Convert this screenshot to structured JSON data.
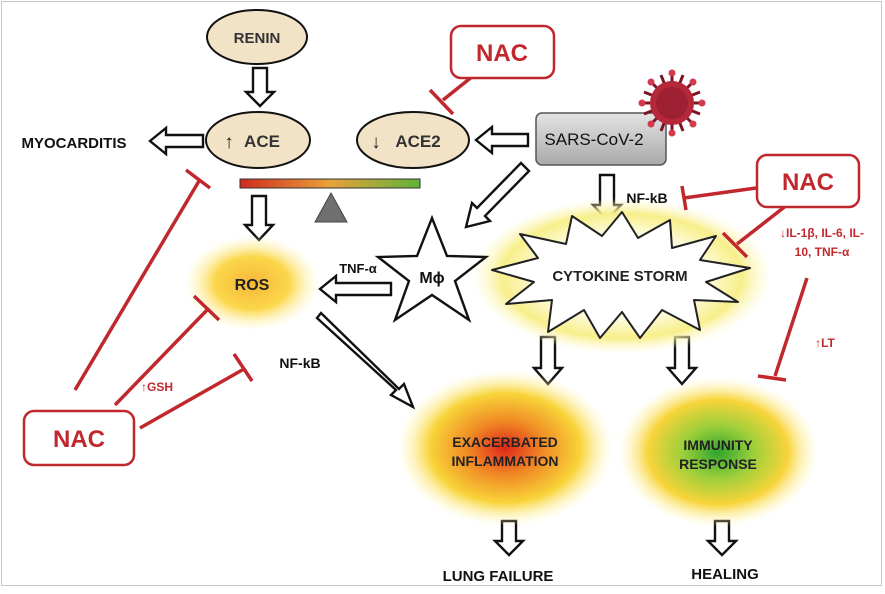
{
  "nodes": {
    "renin": "RENIN",
    "ace": "ACE",
    "ace2": "ACE2",
    "myocarditis": "MYOCARDITIS",
    "sars": "SARS-CoV-2",
    "ros": "ROS",
    "macrophage": "Mϕ",
    "cytokine_storm": "CYTOKINE STORM",
    "exacerbated_1": "EXACERBATED",
    "exacerbated_2": "INFLAMMATION",
    "immunity_1": "IMMUNITY",
    "immunity_2": "RESPONSE",
    "lung_failure": "LUNG FAILURE",
    "healing": "HEALING"
  },
  "labels": {
    "up_arrow": "↑",
    "down_arrow": "↓",
    "nfkb_top": "NF-kB",
    "nfkb_left": "NF-kB",
    "tnf": "TNF-α",
    "gsh": "↑GSH",
    "lt": "↑LT",
    "cytokines_1": "↓IL-1β, IL-6, IL-",
    "cytokines_2": "10, TNF-α"
  },
  "nac": {
    "top": "NAC",
    "right": "NAC",
    "left": "NAC"
  },
  "colors": {
    "inhibitor": "#c0282d",
    "oval_fill": "#f2e3c6",
    "sars_box": "#c9c9c9",
    "virus": "#b5283a",
    "scale_red": "#d02a1e",
    "scale_green": "#5fb23a"
  }
}
